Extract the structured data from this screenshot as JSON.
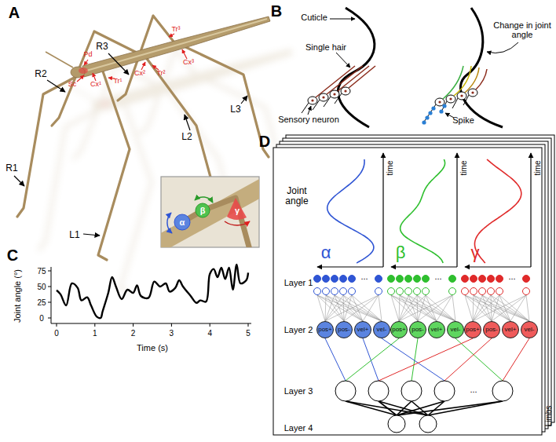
{
  "diagram": {
    "nodes": [
      {
        "text": [
          "pos+"
        ]
      },
      {
        "text": [
          "pos-"
        ]
      },
      {
        "text": [
          "vel+"
        ]
      },
      {
        "text": [
          "vel-"
        ]
      },
      {
        "text": [
          "pos+"
        ]
      },
      {
        "text": [
          "pos-"
        ]
      },
      {
        "text": [
          "vel+"
        ]
      },
      {
        "text": [
          "vel-"
        ]
      },
      {
        "text": [
          "pos+"
        ]
      },
      {
        "text": [
          "pos-"
        ]
      },
      {
        "text": [
          "vel+"
        ]
      },
      {
        "text": [
          "vel-"
        ]
      }
    ],
    "labels": [
      "A",
      "R3",
      "R2",
      "R1",
      "L1",
      "L2",
      "L3",
      "Pd",
      "Sc",
      "Cx¹",
      "Tr¹",
      "Cx²",
      "Tr²",
      "Cx³",
      "Tr³",
      "α",
      "β",
      "γ",
      "B",
      "Cuticle",
      "Single hair",
      "Sensory neuron",
      "Change in joint angle",
      "Spike",
      "C",
      "Joint angle (°)",
      "Time (s)",
      "0",
      "1",
      "2",
      "3",
      "4",
      "5",
      "0",
      "25",
      "50",
      "75",
      "D",
      "Joint angle",
      "time",
      "time",
      "time",
      "α",
      "β",
      "γ",
      "Layer 1",
      "...",
      "...",
      "...",
      "Layer 2",
      "Layer 3",
      "...",
      "Layer 4",
      "Limbs"
    ]
  }
}
